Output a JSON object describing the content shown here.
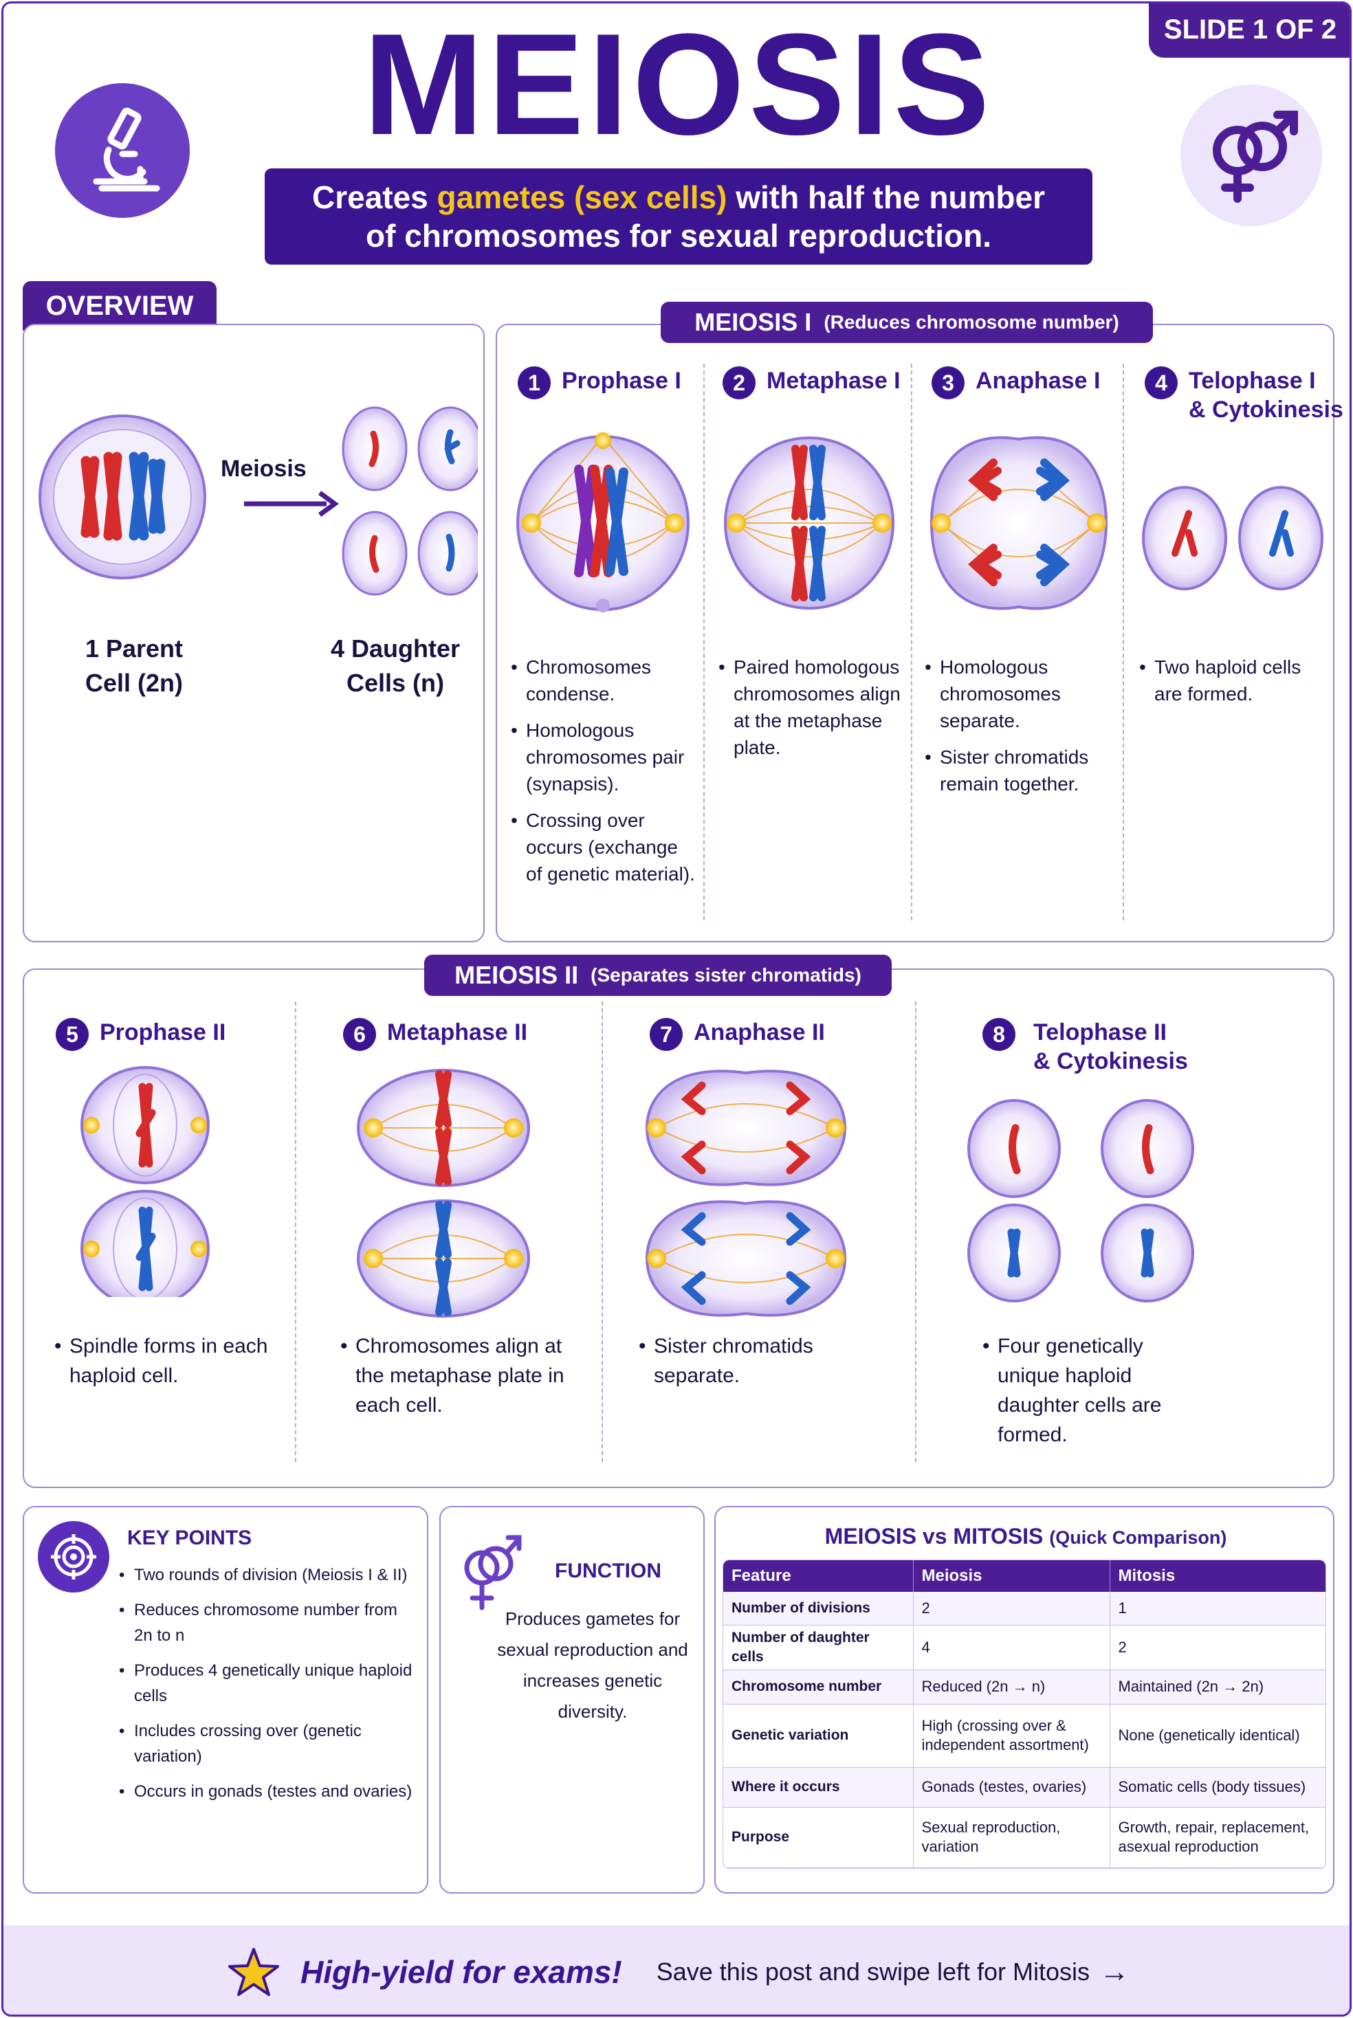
{
  "header": {
    "slide_badge": "SLIDE 1 OF 2",
    "title": "MEIOSIS",
    "subtitle_pre": "Creates ",
    "subtitle_highlight": "gametes (sex cells)",
    "subtitle_post": " with half the number",
    "subtitle_line2": "of chromosomes for sexual reproduction."
  },
  "icons": {
    "left": "microscope-icon",
    "right": "gender-symbols-icon"
  },
  "overview": {
    "tag": "OVERVIEW",
    "arrow_label": "Meiosis",
    "parent_caption_1": "1 Parent",
    "parent_caption_2": "Cell (2n)",
    "daughter_caption_1": "4 Daughter",
    "daughter_caption_2": "Cells (n)"
  },
  "meiosis1": {
    "tag": "MEIOSIS I",
    "tag_sub": "(Reduces chromosome number)",
    "stages": [
      {
        "num": "1",
        "title": "Prophase I",
        "title2": "",
        "bullets": [
          "Chromosomes condense.",
          "Homologous chromosomes pair (synapsis).",
          "Crossing over occurs (exchange of genetic material)."
        ]
      },
      {
        "num": "2",
        "title": "Metaphase I",
        "title2": "",
        "bullets": [
          "Paired homologous chromosomes align at the metaphase plate."
        ]
      },
      {
        "num": "3",
        "title": "Anaphase I",
        "title2": "",
        "bullets": [
          "Homologous chromosomes separate.",
          "Sister chromatids remain together."
        ]
      },
      {
        "num": "4",
        "title": "Telophase I",
        "title2": "& Cytokinesis",
        "bullets": [
          "Two haploid cells are formed."
        ]
      }
    ]
  },
  "meiosis2": {
    "tag": "MEIOSIS II",
    "tag_sub": "(Separates sister chromatids)",
    "stages": [
      {
        "num": "5",
        "title": "Prophase II",
        "title2": "",
        "bullets": [
          "Spindle forms in each haploid cell."
        ]
      },
      {
        "num": "6",
        "title": "Metaphase II",
        "title2": "",
        "bullets": [
          "Chromosomes align at the metaphase plate in each cell."
        ]
      },
      {
        "num": "7",
        "title": "Anaphase II",
        "title2": "",
        "bullets": [
          "Sister chromatids separate."
        ]
      },
      {
        "num": "8",
        "title": "Telophase II",
        "title2": "& Cytokinesis",
        "bullets": [
          "Four genetically unique haploid daughter cells are formed."
        ]
      }
    ]
  },
  "key_points": {
    "title": "KEY POINTS",
    "icon": "target-icon",
    "items": [
      "Two rounds of division (Meiosis I & II)",
      "Reduces chromosome number from 2n to n",
      "Produces 4 genetically unique haploid cells",
      "Includes crossing over (genetic variation)",
      "Occurs in gonads (testes and ovaries)"
    ]
  },
  "function": {
    "title": "FUNCTION",
    "icon": "gender-symbols-icon",
    "text": "Produces gametes for sexual reproduction and increases genetic diversity."
  },
  "comparison": {
    "title": "MEIOSIS vs MITOSIS",
    "title_sub": "(Quick Comparison)",
    "headers": [
      "Feature",
      "Meiosis",
      "Mitosis"
    ],
    "rows": [
      [
        "Number of divisions",
        "2",
        "1"
      ],
      [
        "Number of daughter cells",
        "4",
        "2"
      ],
      [
        "Chromosome number",
        "Reduced (2n → n)",
        "Maintained (2n → 2n)"
      ],
      [
        "Genetic variation",
        "High (crossing over & independent assortment)",
        "None (genetically identical)"
      ],
      [
        "Where it occurs",
        "Gonads (testes, ovaries)",
        "Somatic cells (body tissues)"
      ],
      [
        "Purpose",
        "Sexual reproduction, variation",
        "Growth, repair, replacement, asexual reproduction"
      ]
    ]
  },
  "footer": {
    "icon": "star-icon",
    "highlight": "High-yield for exams!",
    "text": "Save this post and swipe left for Mitosis",
    "arrow": "→"
  },
  "colors": {
    "primary": "#3b1591",
    "accent": "#f5c518",
    "chromosome_red": "#d62b2b",
    "chromosome_blue": "#2563c9"
  }
}
